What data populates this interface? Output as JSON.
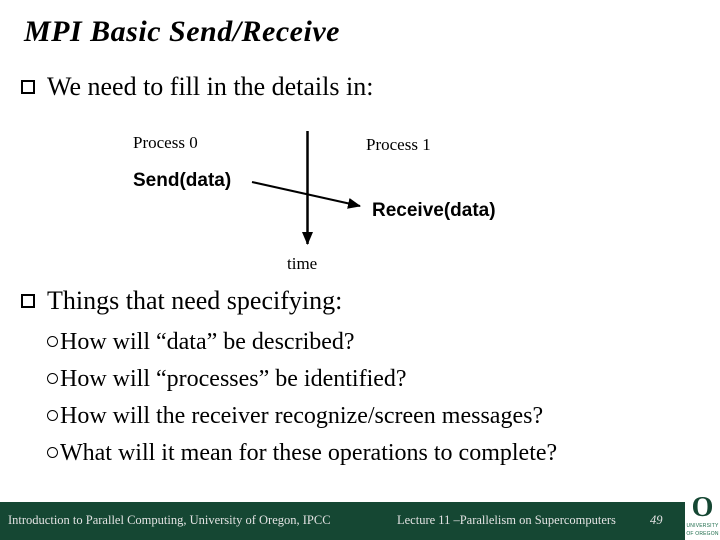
{
  "slide": {
    "title": "MPI Basic Send/Receive",
    "bullet1": "We need to fill in the details in:",
    "bullet2": "Things that need specifying:",
    "sub_bullets": [
      "How will “data” be described?",
      "How will “processes” be identified?",
      "How will the receiver recognize/screen messages?",
      "What will it mean for these operations to complete?"
    ]
  },
  "diagram": {
    "process0": "Process 0",
    "process1": "Process 1",
    "send": "Send(data)",
    "receive": "Receive(data)",
    "time": "time"
  },
  "footer": {
    "left": "Introduction to Parallel Computing, University of Oregon, IPCC",
    "center": "Lecture 11 –Parallelism on Supercomputers",
    "page": "49",
    "logo_letter": "O",
    "logo_text_line1": "UNIVERSITY",
    "logo_text_line2": "OF OREGON"
  },
  "colors": {
    "accent_green": "#154733",
    "footer_text": "#e3e3e3",
    "text": "#000000"
  }
}
